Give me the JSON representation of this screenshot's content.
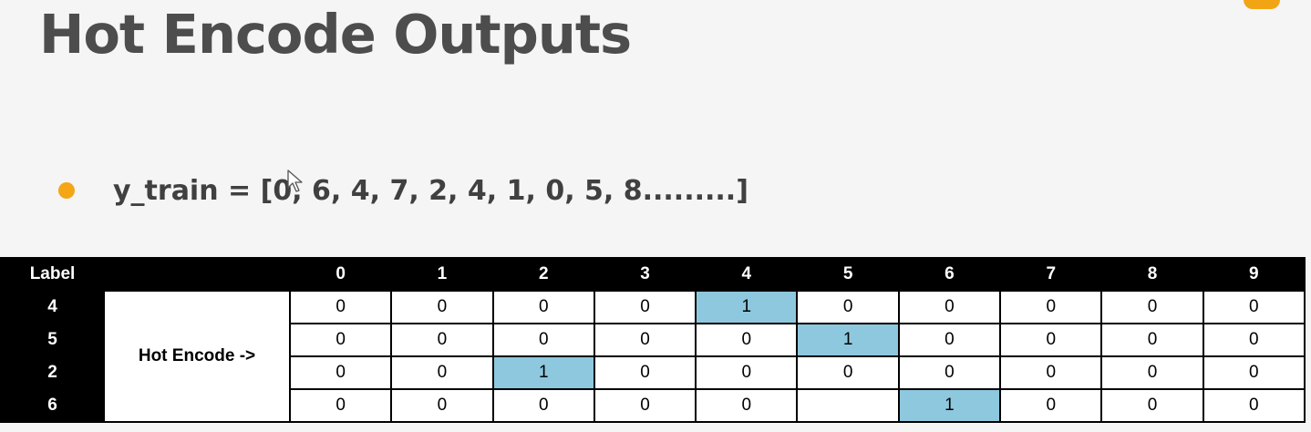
{
  "slide": {
    "title": "Hot Encode Outputs",
    "bullet": "y_train = [0, 6, 4, 7, 2, 4, 1, 0, 5, 8.........]"
  },
  "colors": {
    "title_text": "#4d4d4d",
    "bullet_dot": "#f5a614",
    "header_bg": "#000000",
    "hot_cell": "#8ec8de",
    "logo_accent": "#f2a514"
  },
  "table": {
    "label_header": "Label",
    "columns": [
      "0",
      "1",
      "2",
      "3",
      "4",
      "5",
      "6",
      "7",
      "8",
      "9"
    ],
    "row_caption": "Hot Encode ->",
    "rows": [
      {
        "label": "4",
        "cells": [
          "0",
          "0",
          "0",
          "0",
          "1",
          "0",
          "0",
          "0",
          "0",
          "0"
        ],
        "hot_index": 4
      },
      {
        "label": "5",
        "cells": [
          "0",
          "0",
          "0",
          "0",
          "0",
          "1",
          "0",
          "0",
          "0",
          "0"
        ],
        "hot_index": 5
      },
      {
        "label": "2",
        "cells": [
          "0",
          "0",
          "1",
          "0",
          "0",
          "0",
          "0",
          "0",
          "0",
          "0"
        ],
        "hot_index": 2
      },
      {
        "label": "6",
        "cells": [
          "0",
          "0",
          "0",
          "0",
          "0",
          "",
          "1",
          "0",
          "0",
          "0"
        ],
        "hot_index": 6
      }
    ]
  }
}
